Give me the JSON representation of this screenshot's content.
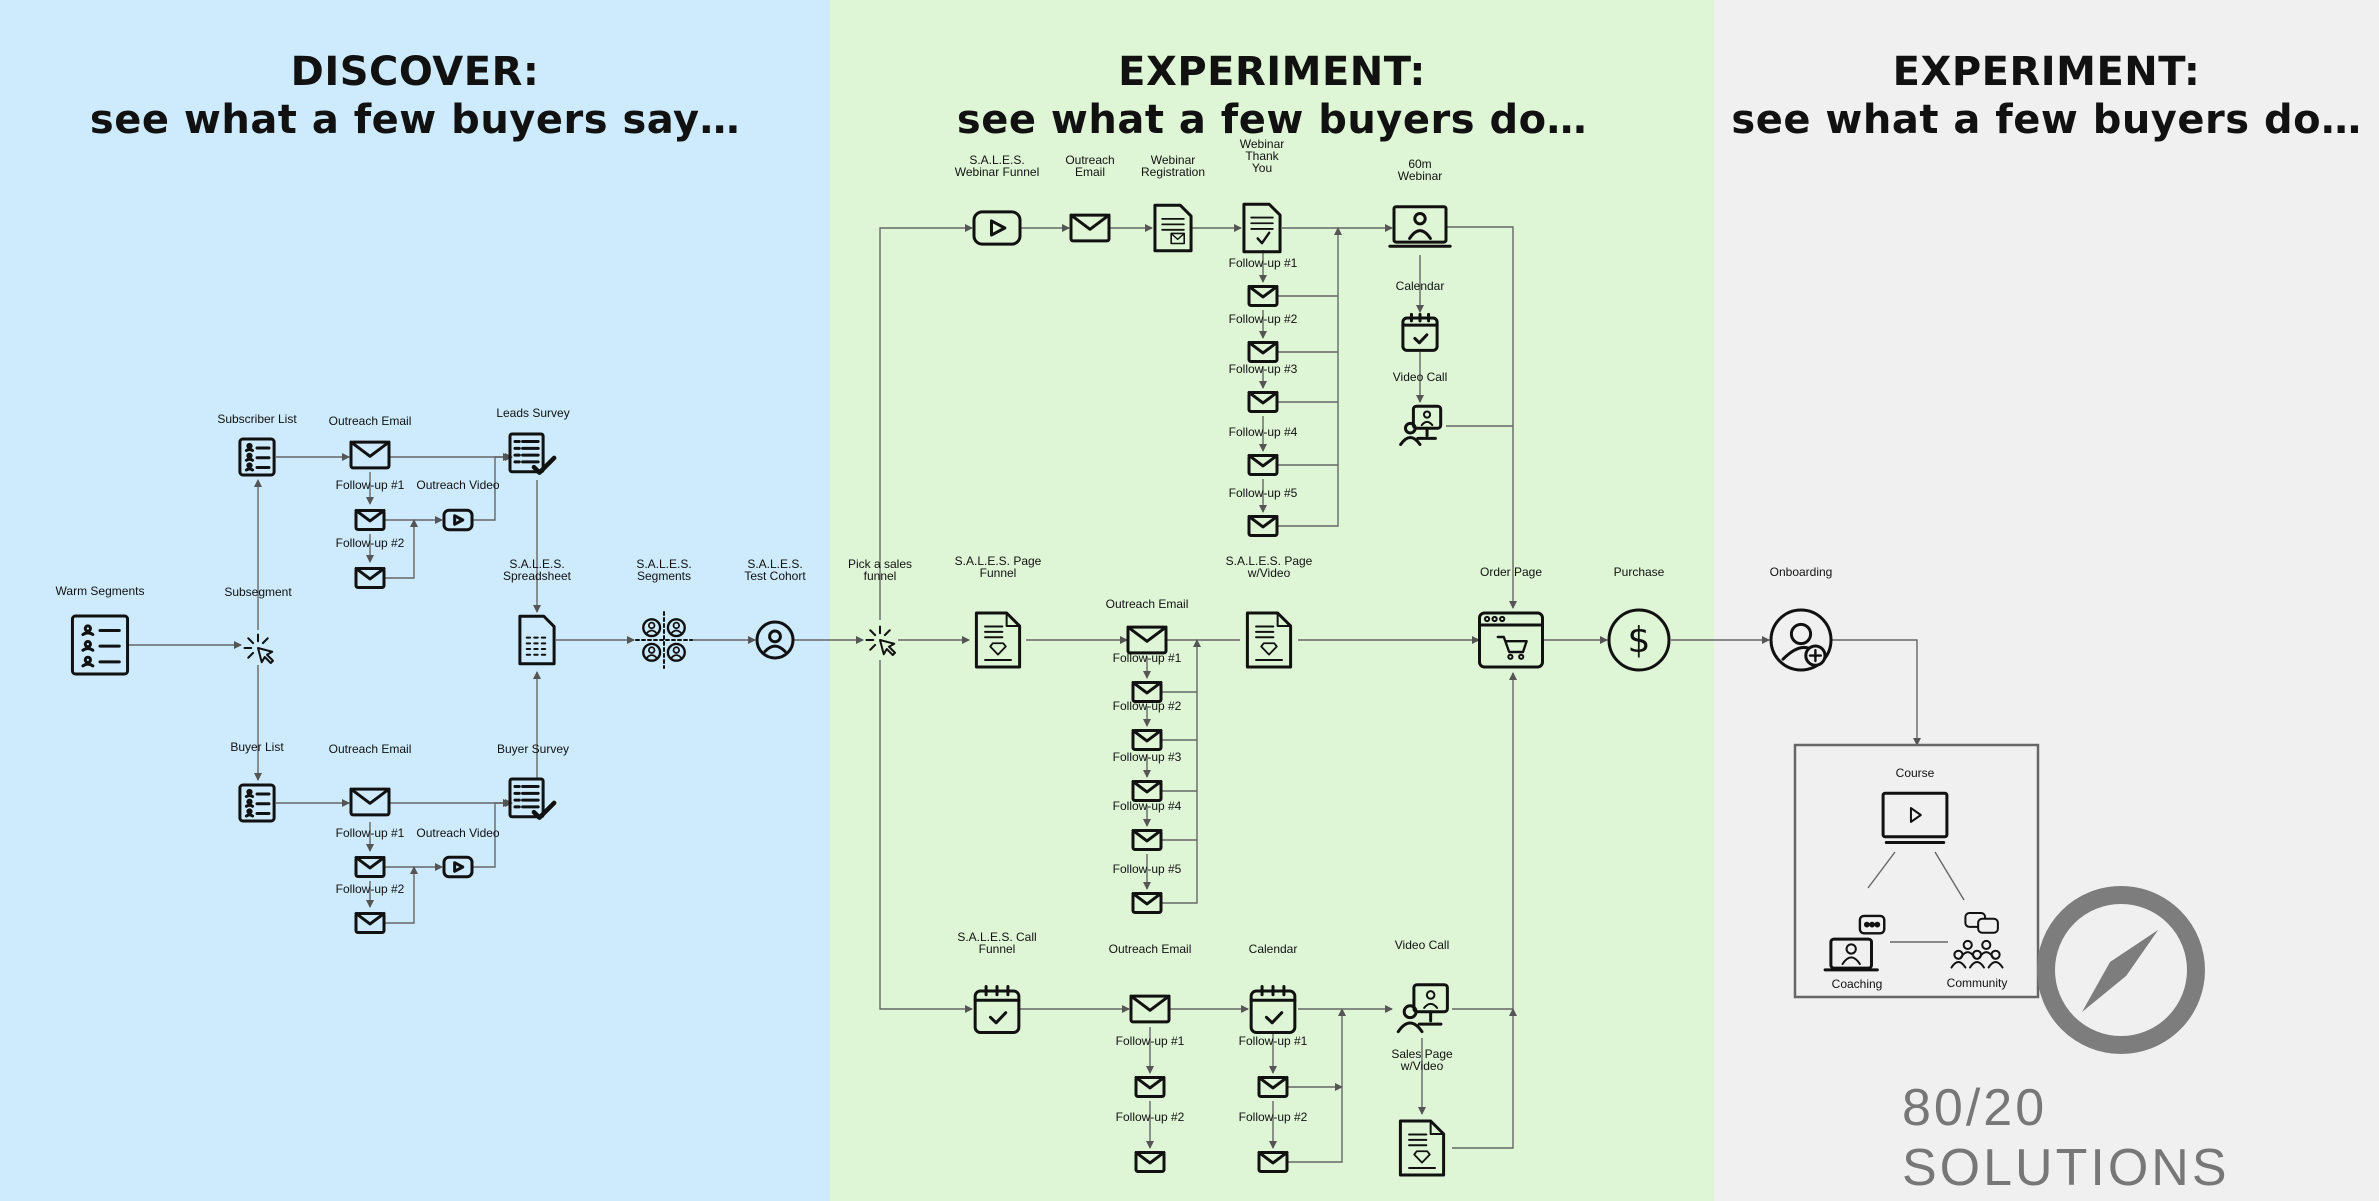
{
  "panels": [
    {
      "title_line1": "DISCOVER:",
      "title_line2": "see what a few buyers say…"
    },
    {
      "title_line1": "EXPERIMENT:",
      "title_line2": "see what a few buyers do…"
    },
    {
      "title_line1": "EXPERIMENT:",
      "title_line2": "see what a few buyers do…"
    }
  ],
  "brand": {
    "text": "80/20 SOLUTIONS"
  },
  "nodes": [
    {
      "id": "warm",
      "icon": "list-icon",
      "label": "Warm Segments"
    },
    {
      "id": "subseg",
      "icon": "cursor-click-icon",
      "label": "Subsegment"
    },
    {
      "id": "sublist",
      "icon": "list-icon",
      "label": "Subscriber List"
    },
    {
      "id": "s_email",
      "icon": "envelope-icon",
      "label": "Outreach Email"
    },
    {
      "id": "s_fu1",
      "icon": "envelope-icon",
      "label": "Follow-up #1"
    },
    {
      "id": "s_fu2",
      "icon": "envelope-icon",
      "label": "Follow-up #2"
    },
    {
      "id": "s_video",
      "icon": "play-icon",
      "label": "Outreach Video"
    },
    {
      "id": "leads_survey",
      "icon": "survey-icon",
      "label": "Leads Survey"
    },
    {
      "id": "buylist",
      "icon": "list-icon",
      "label": "Buyer List"
    },
    {
      "id": "b_email",
      "icon": "envelope-icon",
      "label": "Outreach Email"
    },
    {
      "id": "b_fu1",
      "icon": "envelope-icon",
      "label": "Follow-up #1"
    },
    {
      "id": "b_fu2",
      "icon": "envelope-icon",
      "label": "Follow-up #2"
    },
    {
      "id": "b_video",
      "icon": "play-icon",
      "label": "Outreach Video"
    },
    {
      "id": "buyer_survey",
      "icon": "survey-icon",
      "label": "Buyer Survey"
    },
    {
      "id": "spreadsheet",
      "icon": "spreadsheet-icon",
      "label": "S.A.L.E.S.\nSpreadsheet"
    },
    {
      "id": "segments",
      "icon": "segments-icon",
      "label": "S.A.L.E.S.\nSegments"
    },
    {
      "id": "cohort",
      "icon": "user-circle-icon",
      "label": "S.A.L.E.S.\nTest Cohort"
    },
    {
      "id": "pick",
      "icon": "cursor-click-icon",
      "label": "Pick a sales\nfunnel"
    },
    {
      "id": "wf",
      "icon": "play-icon",
      "label": "S.A.L.E.S.\nWebinar Funnel"
    },
    {
      "id": "w_email",
      "icon": "envelope-icon",
      "label": "Outreach\nEmail"
    },
    {
      "id": "w_reg",
      "icon": "reg-page-icon",
      "label": "Webinar\nRegistration"
    },
    {
      "id": "w_ty",
      "icon": "thankyou-page-icon",
      "label": "Webinar\nThank\nYou"
    },
    {
      "id": "w_fu1",
      "icon": "envelope-icon",
      "label": "Follow-up #1"
    },
    {
      "id": "w_fu2",
      "icon": "envelope-icon",
      "label": "Follow-up #2"
    },
    {
      "id": "w_fu3",
      "icon": "envelope-icon",
      "label": "Follow-up #3"
    },
    {
      "id": "w_fu4",
      "icon": "envelope-icon",
      "label": "Follow-up #4"
    },
    {
      "id": "w_fu5",
      "icon": "envelope-icon",
      "label": "Follow-up #5"
    },
    {
      "id": "webinar",
      "icon": "webinar-icon",
      "label": "60m\nWebinar"
    },
    {
      "id": "w_cal",
      "icon": "calendar-icon",
      "label": "Calendar"
    },
    {
      "id": "w_vc",
      "icon": "video-call-icon",
      "label": "Video Call"
    },
    {
      "id": "pf",
      "icon": "sales-page-icon",
      "label": "S.A.L.E.S. Page\nFunnel"
    },
    {
      "id": "p_email",
      "icon": "envelope-icon",
      "label": "Outreach Email"
    },
    {
      "id": "p_fu1",
      "icon": "envelope-icon",
      "label": "Follow-up #1"
    },
    {
      "id": "p_fu2",
      "icon": "envelope-icon",
      "label": "Follow-up #2"
    },
    {
      "id": "p_fu3",
      "icon": "envelope-icon",
      "label": "Follow-up #3"
    },
    {
      "id": "p_fu4",
      "icon": "envelope-icon",
      "label": "Follow-up #4"
    },
    {
      "id": "p_fu5",
      "icon": "envelope-icon",
      "label": "Follow-up #5"
    },
    {
      "id": "p_page",
      "icon": "sales-page-icon",
      "label": "S.A.L.E.S. Page\nw/Video"
    },
    {
      "id": "cf",
      "icon": "calendar-icon",
      "label": "S.A.L.E.S. Call\nFunnel"
    },
    {
      "id": "c_email",
      "icon": "envelope-icon",
      "label": "Outreach Email"
    },
    {
      "id": "c_fu1",
      "icon": "envelope-icon",
      "label": "Follow-up #1"
    },
    {
      "id": "c_fu2",
      "icon": "envelope-icon",
      "label": "Follow-up #2"
    },
    {
      "id": "c_cal",
      "icon": "calendar-icon",
      "label": "Calendar"
    },
    {
      "id": "c_cfu1",
      "icon": "envelope-icon",
      "label": "Follow-up #1"
    },
    {
      "id": "c_cfu2",
      "icon": "envelope-icon",
      "label": "Follow-up #2"
    },
    {
      "id": "c_vc",
      "icon": "video-call-icon",
      "label": "Video Call"
    },
    {
      "id": "c_page",
      "icon": "sales-page-icon",
      "label": "Sales Page\nw/Video"
    },
    {
      "id": "order",
      "icon": "order-page-icon",
      "label": "Order Page"
    },
    {
      "id": "purchase",
      "icon": "dollar-icon",
      "label": "Purchase"
    },
    {
      "id": "onboard",
      "icon": "user-add-icon",
      "label": "Onboarding"
    },
    {
      "id": "course",
      "icon": "course-icon",
      "label": "Course"
    },
    {
      "id": "coaching",
      "icon": "coaching-icon",
      "label": "Coaching"
    },
    {
      "id": "community",
      "icon": "community-icon",
      "label": "Community"
    }
  ]
}
